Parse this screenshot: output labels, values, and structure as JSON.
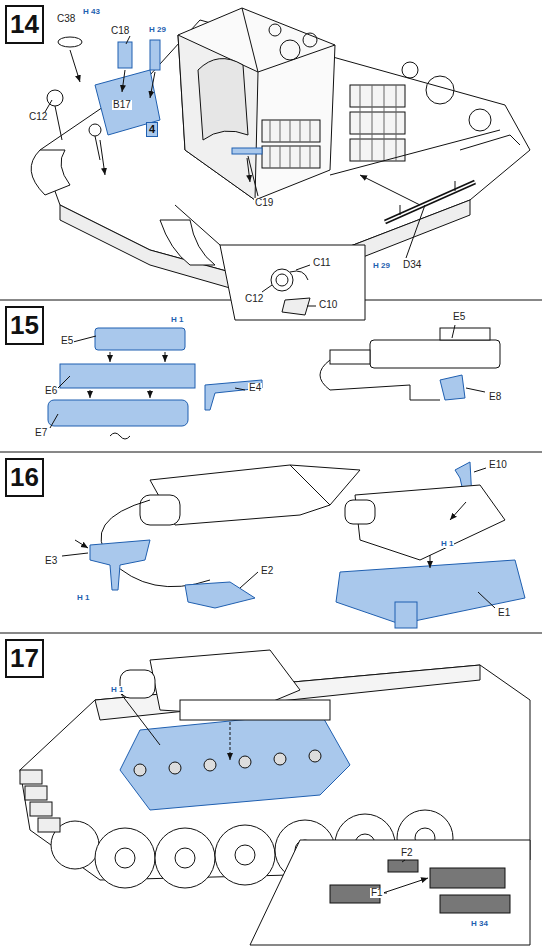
{
  "diagram": {
    "nodes": [
      {
        "text": [
          "14"
        ]
      },
      {
        "text": [
          "15"
        ]
      },
      {
        "text": [
          "16"
        ]
      },
      {
        "text": [
          "17"
        ]
      }
    ],
    "labels": [
      "C38",
      "H 43",
      "C18",
      "H 29",
      "C12",
      "B17",
      "4",
      "C19",
      "D34",
      "H 29",
      "C11",
      "C12",
      "C10",
      "E5",
      "H 1",
      "E6",
      "E7",
      "E4",
      "E5",
      "E8",
      "E10",
      "E3",
      "H 1",
      "E2",
      "H 1",
      "E1",
      "H 1",
      "F2",
      "F1",
      "H 34"
    ]
  }
}
